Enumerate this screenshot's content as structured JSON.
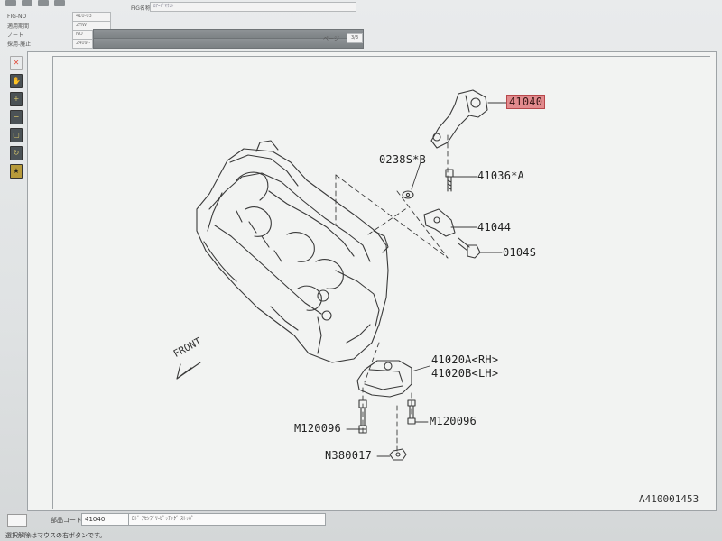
{
  "header": {
    "fig_no_label": "FIG-NO",
    "fig_no_value": "410-03",
    "period_label": "適用期間",
    "period_value": "2HW",
    "note_label": "ノート",
    "note_value": "NO",
    "date_label": "採用-廃止",
    "date_value": "2409 -",
    "fig_name_label": "FIG名称",
    "fig_name_value": "ﾛｱｰﾄﾞﾏｳﾝﾄ",
    "page_label": "ページ",
    "page_value": "3/3"
  },
  "diagram": {
    "callouts": {
      "c41040": "41040",
      "c0238": "0238S*B",
      "c41036": "41036*A",
      "c41044": "41044",
      "c0104": "0104S",
      "c41020a": "41020A<RH>",
      "c41020b": "41020B<LH>",
      "cm1": "M120096",
      "cm2": "M120096",
      "cn": "N380017"
    },
    "front_label": "FRONT",
    "illustration_no": "A410001453",
    "highlight_color": "#e28a8d"
  },
  "footer": {
    "code_label": "部品コード",
    "code_value": "41040",
    "name_value": "ﾛﾄﾞ ｱｾﾝﾌﾞﾘ-ﾋﾟｯﾁﾝｸﾞ ｽﾄｯﾊﾟ"
  },
  "status_text": "選択解除はマウスの右ボタンです。"
}
